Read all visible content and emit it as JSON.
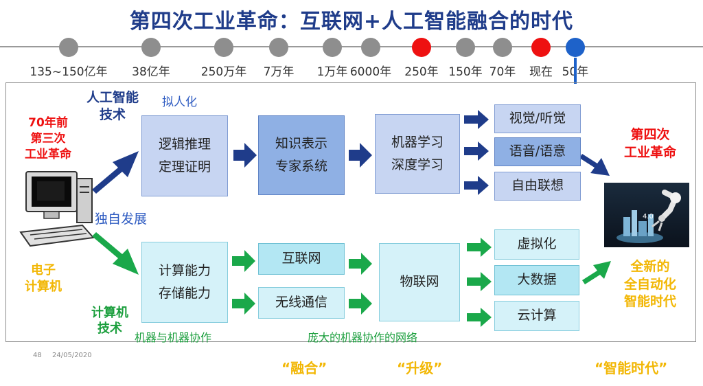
{
  "title": "第四次工业革命：互联网+人工智能融合的时代",
  "timeline": [
    {
      "label": "135~150亿年",
      "color": "gray"
    },
    {
      "label": "38亿年",
      "color": "gray"
    },
    {
      "label": "250万年",
      "color": "gray"
    },
    {
      "label": "7万年",
      "color": "gray"
    },
    {
      "label": "1万年",
      "color": "gray"
    },
    {
      "label": "6000年",
      "color": "gray"
    },
    {
      "label": "250年",
      "color": "red"
    },
    {
      "label": "150年",
      "color": "gray"
    },
    {
      "label": "70年",
      "color": "gray"
    },
    {
      "label": "现在",
      "color": "red"
    },
    {
      "label": "50年",
      "color": "blue"
    }
  ],
  "left": {
    "third_revolution": "70年前\n第三次\n工业革命",
    "computer": "电子\n计算机",
    "independent": "独自发展"
  },
  "ai": {
    "title": "人工智能\n技术",
    "note": "拟人化",
    "box1": "逻辑推理\n定理证明",
    "box2": "知识表示\n专家系统",
    "box3": "机器学习\n深度学习",
    "outputs": [
      "视觉/听觉",
      "语音/语意",
      "自由联想"
    ]
  },
  "comp": {
    "title": "计算机\n技术",
    "note1": "机器与机器协作",
    "note2": "庞大的机器协作的网络",
    "box1": "计算能力\n存储能力",
    "box2a": "互联网",
    "box2b": "无线通信",
    "box3": "物联网",
    "outputs": [
      "虚拟化",
      "大数据",
      "云计算"
    ]
  },
  "right": {
    "fourth_revolution": "第四次\n工业革命",
    "new_era": "全新的\n全自动化\n智能时代"
  },
  "footer": {
    "page": "48",
    "date": "24/05/2020"
  },
  "bottom": [
    "“融合”",
    "“升级”",
    "“智能时代”"
  ],
  "colors": {
    "ai_arrow": "#1f3c8a",
    "comp_arrow": "#1aa84a",
    "accent_red": "#ee1111",
    "gold": "#f2b705"
  }
}
